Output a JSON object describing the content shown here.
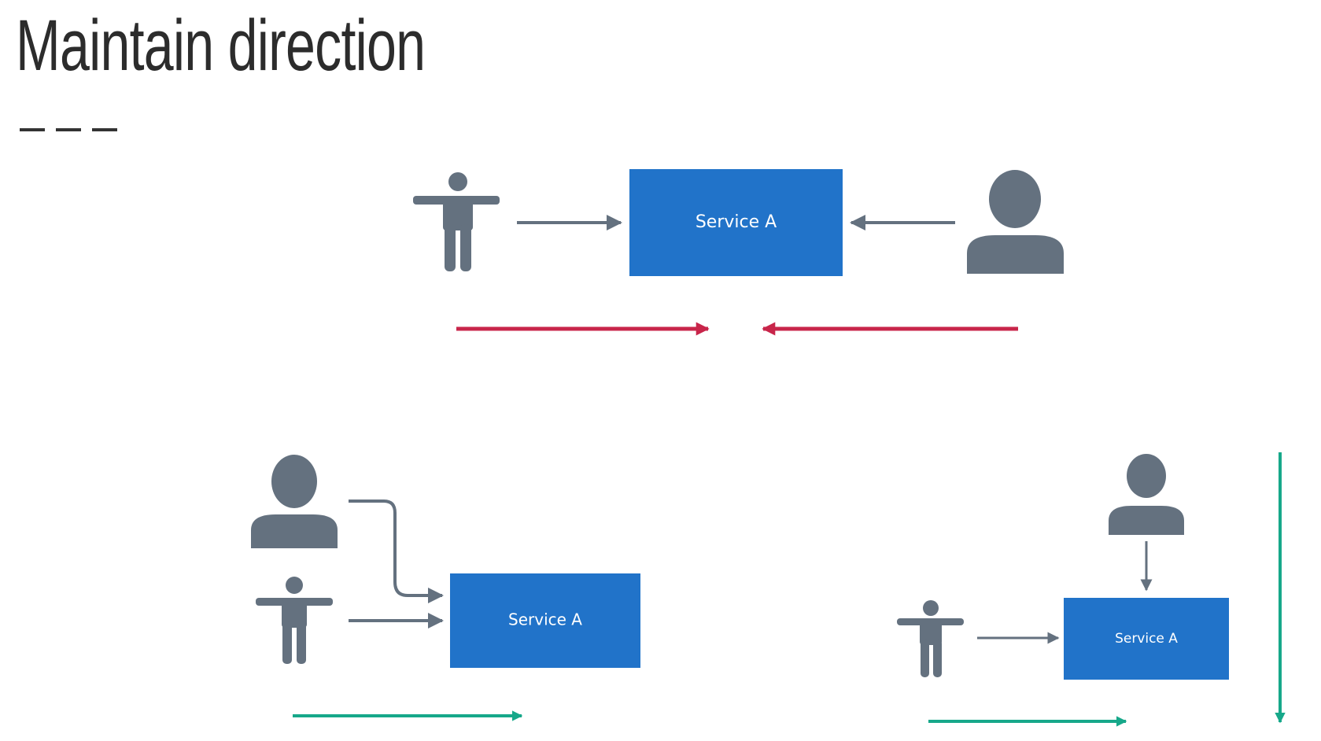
{
  "slide": {
    "title": "Maintain direction"
  },
  "diagram": {
    "top": {
      "service_label": "Service A"
    },
    "bottom_left": {
      "service_label": "Service A"
    },
    "bottom_right": {
      "service_label": "Service A"
    }
  },
  "colors": {
    "icon_gray": "#64717f",
    "service_blue": "#2173c9",
    "conflict_red": "#c8254a",
    "aligned_green": "#17a88a",
    "title_text": "#2c2c2c"
  },
  "icons": [
    "standing-person-icon",
    "user-bust-icon",
    "arrow-icon"
  ]
}
